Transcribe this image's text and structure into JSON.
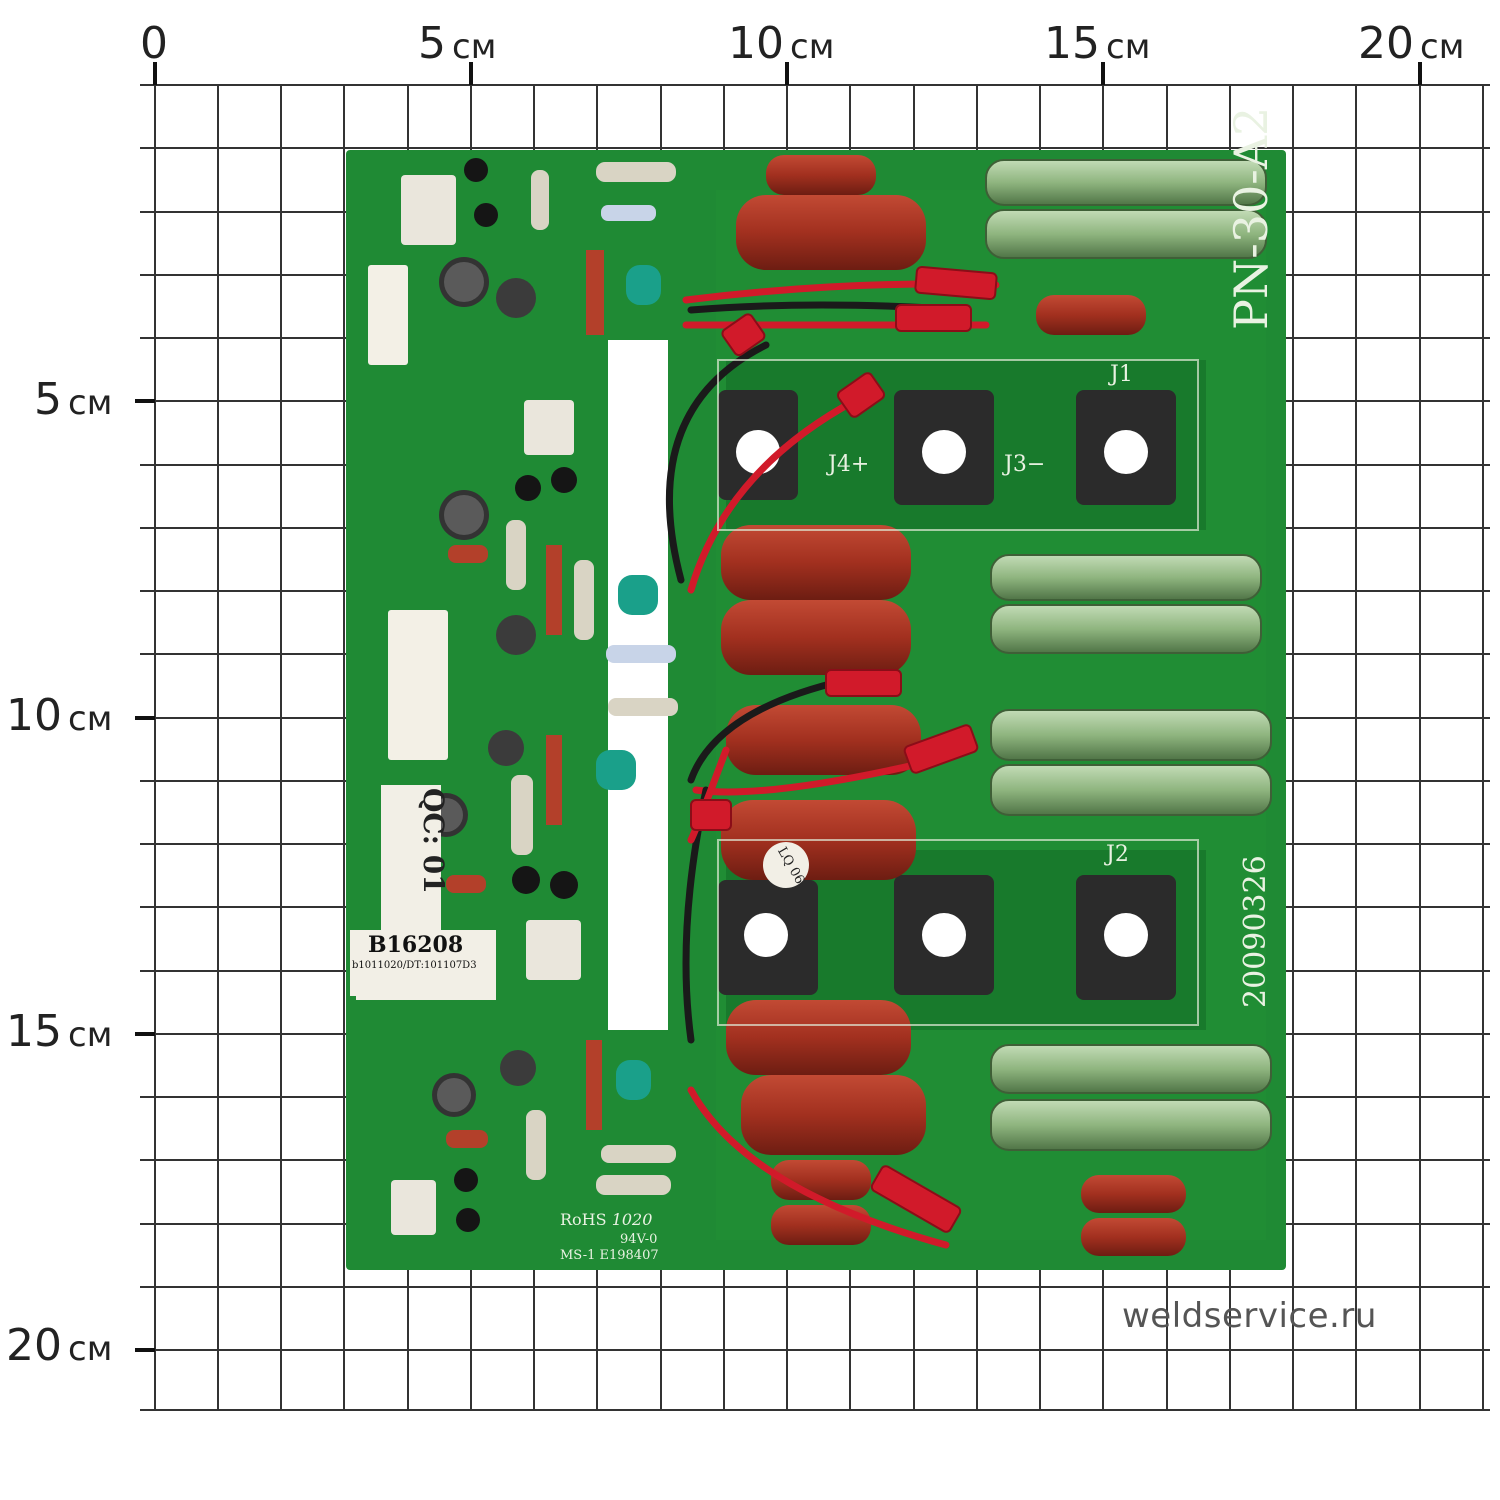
{
  "ruler": {
    "unit": "см",
    "x_labels": [
      "0",
      "5",
      "10",
      "15",
      "20"
    ],
    "y_labels": [
      "5",
      "10",
      "15",
      "20"
    ]
  },
  "board": {
    "model": "PN-30-A2",
    "date_code": "20090326",
    "sticker_qc": "QC: 01",
    "sticker_batch": "B16208",
    "sticker_lot": "b1011020/DT:101107D3",
    "rohs": "RoHS",
    "rohs_code": "1020",
    "flammability": "94V-0",
    "cert": "MS-1 E198407",
    "terminals": [
      "J4+",
      "J3−",
      "J1",
      "J2"
    ],
    "lq_label": "LQ 06"
  },
  "watermark": "weldservice.ru",
  "colors": {
    "pcb_green": "#1f8a34",
    "pcb_dark": "#156b26",
    "capacitor": "#a2301f",
    "resistor": "#9bbf8e",
    "wire_red": "#d11a2a",
    "terminal": "#2b2b2b"
  }
}
